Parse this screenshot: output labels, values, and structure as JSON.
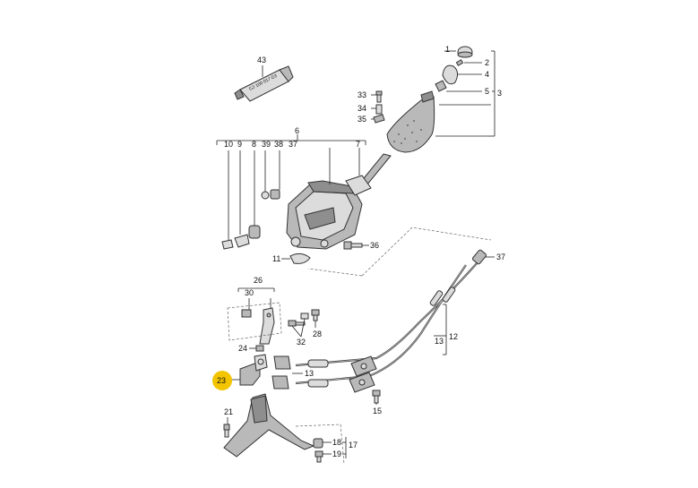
{
  "callouts": {
    "c1": "1",
    "c2": "2",
    "c3": "3",
    "c4": "4",
    "c5": "5",
    "c6": "6",
    "c7": "7",
    "c8": "8",
    "c9": "9",
    "c10": "10",
    "c11": "11",
    "c12": "12",
    "c13a": "13",
    "c13b": "13",
    "c15": "15",
    "c17": "17",
    "c18": "18",
    "c19": "19",
    "c21": "21",
    "c23": "23",
    "c24": "24",
    "c26": "26",
    "c28": "28",
    "c30": "30",
    "c32": "32",
    "c33": "33",
    "c34": "34",
    "c35": "35",
    "c36": "36",
    "c37a": "37",
    "c37b": "37",
    "c38": "38",
    "c39": "39",
    "c43": "43"
  },
  "tube_label": "Ѡ 100 017 G3",
  "highlight_color": "#f2c500"
}
